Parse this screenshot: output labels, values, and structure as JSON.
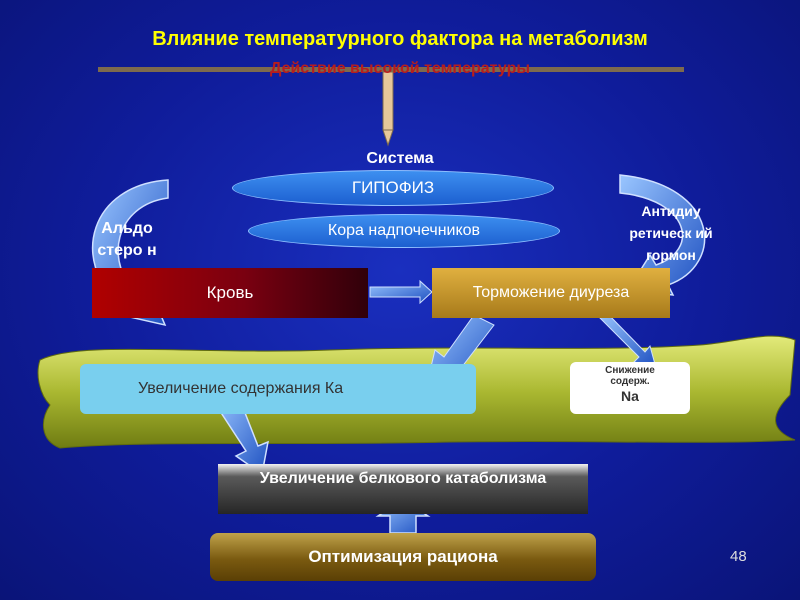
{
  "slide": {
    "title": "Влияние температурного фактора на метаболизм",
    "subtitle": "Действие высокой температуры",
    "system_label": "Система",
    "gipofiz": "ГИПОФИЗ",
    "adrenal_cortex": "Кора надпочечников",
    "aldosterone": "Альдо стеро н",
    "adh": "Антидиу ретическ ий гормон",
    "blood": "Кровь",
    "diuresis_inhibition": "Торможение диуреза",
    "ka_increase": "Увеличение содержания Ка",
    "na_decrease_line1": "Снижение",
    "na_decrease_line2": "содерж.",
    "na_decrease_line3": "Na",
    "protein_catabolism": "Увеличение белкового катаболизма",
    "ration_optimization": "Оптимизация рациона",
    "page_number": "48"
  },
  "colors": {
    "background": "#0f1c9a",
    "title": "#ffff00",
    "subtitle": "#b81d1d",
    "band": "#b3c23a",
    "ellipse": "#2a74e0",
    "arrow": "#2f6fd8"
  },
  "icons": [
    "pin-arrow",
    "curved-arrow-left",
    "curved-arrow-right",
    "block-arrow"
  ]
}
